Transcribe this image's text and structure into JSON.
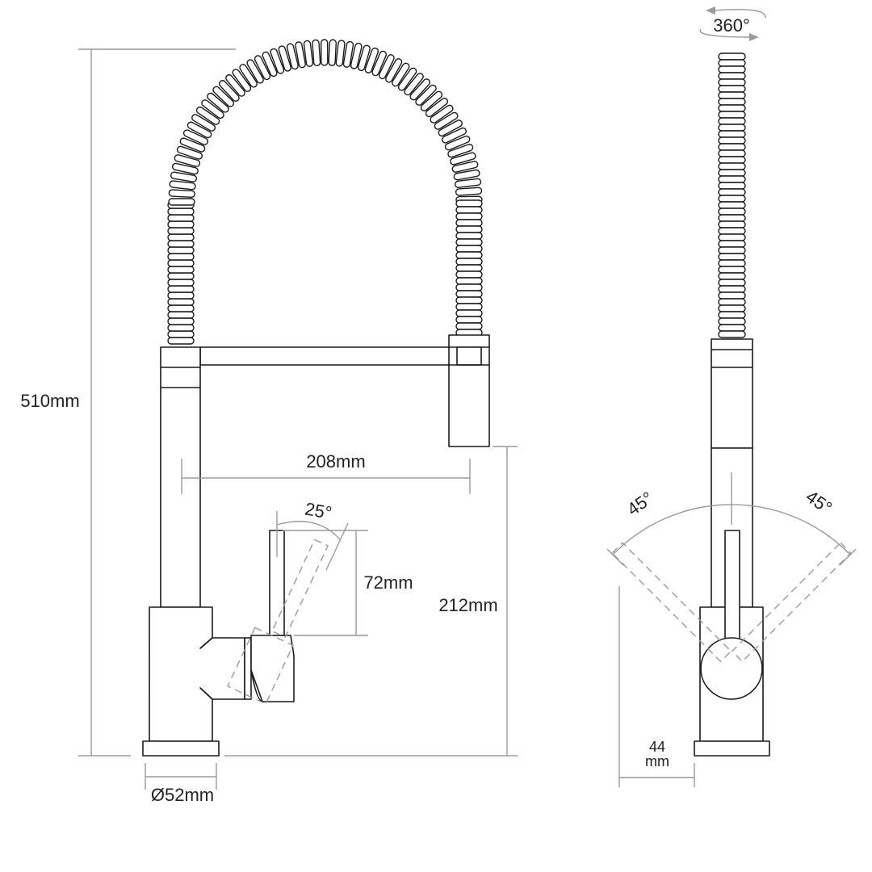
{
  "front_view": {
    "height_label": "510mm",
    "reach_label": "208mm",
    "spout_clearance_label": "212mm",
    "lever_height_label": "72mm",
    "lever_angle_label": "25°",
    "base_diameter_label": "Ø52mm"
  },
  "side_view": {
    "rotation_label": "360°",
    "left_angle_label": "45°",
    "right_angle_label": "45°",
    "base_width_value": "44",
    "base_width_unit": "mm"
  },
  "colors": {
    "outline": "#1a1a1a",
    "dimension": "#9a9a9a",
    "background": "#ffffff"
  }
}
